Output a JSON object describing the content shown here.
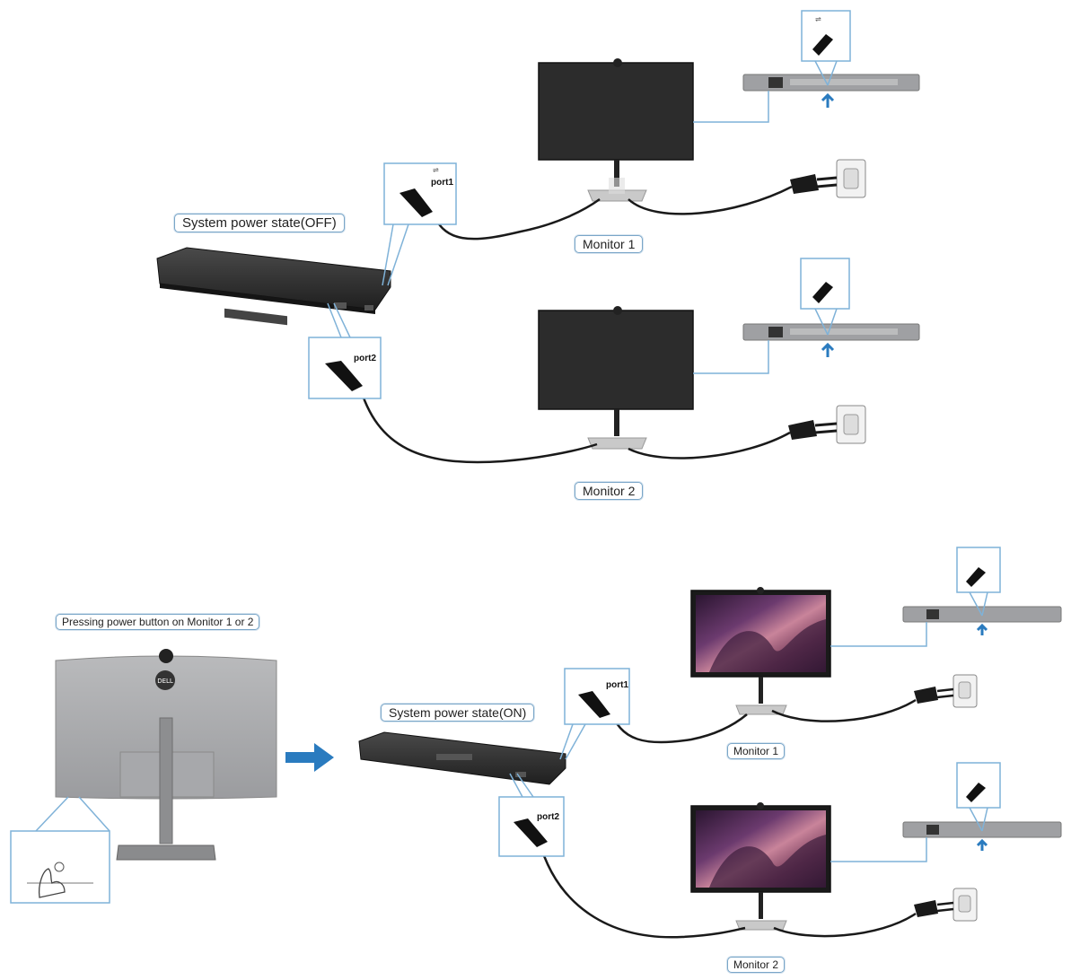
{
  "top": {
    "state_label": "System power state(OFF)",
    "port1_label": "port1",
    "port2_label": "port2",
    "monitor1_label": "Monitor 1",
    "monitor2_label": "Monitor 2"
  },
  "bottom": {
    "instruction_label": "Pressing power button on Monitor 1 or 2",
    "state_label": "System power state(ON)",
    "port1_label": "port1",
    "port2_label": "port2",
    "monitor1_label": "Monitor 1",
    "monitor2_label": "Monitor 2"
  },
  "colors": {
    "callout_border": "#7fb2d8",
    "arrow": "#2a7bbf",
    "cable": "#1a1a1a",
    "dock": "#2b2b2b",
    "monitor_off": "#2c2c2c"
  },
  "icons": [
    "usb-icon",
    "usb-c-plug-icon",
    "power-plug-icon",
    "wall-outlet-icon",
    "up-arrow-icon",
    "right-arrow-icon",
    "hand-press-icon",
    "power-button-icon",
    "dell-logo-icon",
    "webcam-icon"
  ]
}
